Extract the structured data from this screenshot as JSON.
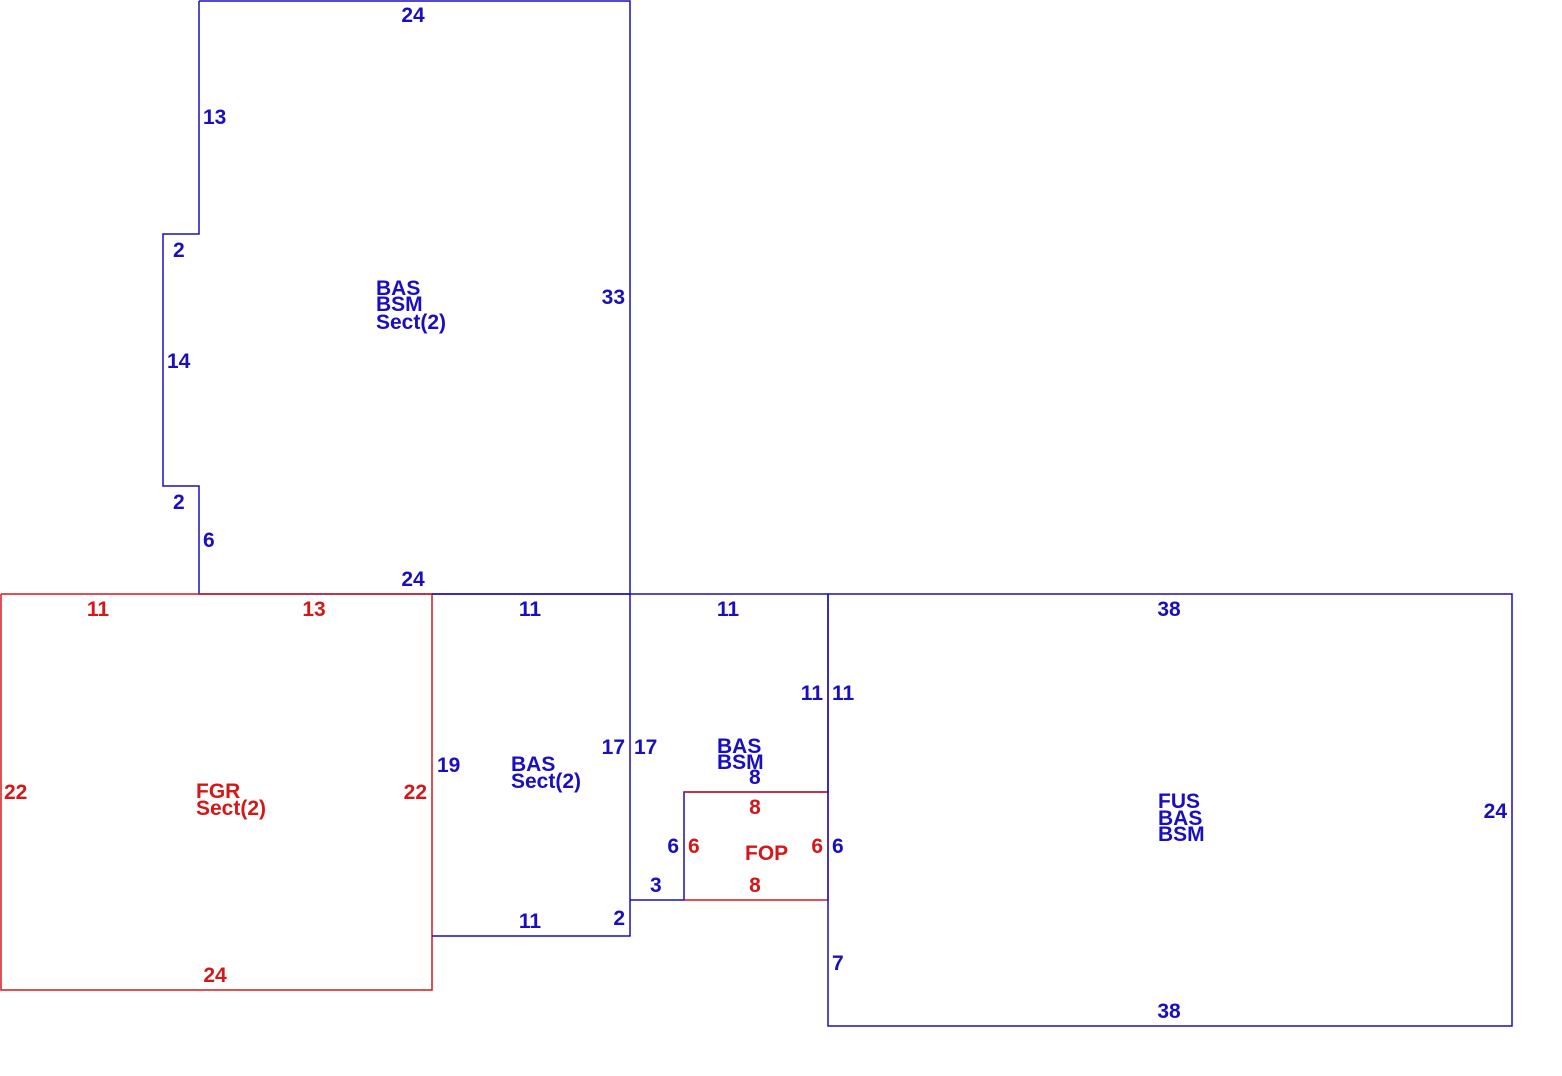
{
  "colors": {
    "living_area": "#1a0fbf",
    "non_living_area": "#d41818"
  },
  "sections": {
    "upper": {
      "labels": [
        "BAS",
        "BSM",
        "Sect(2)"
      ],
      "dims": {
        "top": "24",
        "left_upper": "13",
        "jog_top": "2",
        "left_mid": "14",
        "jog_bottom": "2",
        "left_lower": "6",
        "right": "33",
        "bottom": "24"
      }
    },
    "garage": {
      "labels": [
        "FGR",
        "Sect(2)"
      ],
      "dims": {
        "top_left": "11",
        "top_right": "13",
        "left": "22",
        "right": "22",
        "bottom": "24"
      }
    },
    "middle_left": {
      "labels": [
        "BAS",
        "Sect(2)"
      ],
      "dims": {
        "top": "11",
        "left": "19",
        "right": "17",
        "bottom": "11",
        "step": "2"
      }
    },
    "middle_right": {
      "labels": [
        "BAS",
        "BSM",
        "8"
      ],
      "dims": {
        "top": "11",
        "left": "17",
        "right": "11",
        "step_bottom": "3",
        "porch_side": "6"
      }
    },
    "porch": {
      "labels": [
        "FOP"
      ],
      "dims": {
        "top": "8",
        "bottom": "8",
        "left": "6",
        "right": "6"
      }
    },
    "east": {
      "labels": [
        "FUS",
        "BAS",
        "BSM"
      ],
      "dims": {
        "top": "38",
        "left_upper": "11",
        "left_mid": "6",
        "left_lower": "7",
        "right": "24",
        "bottom": "38"
      }
    }
  }
}
